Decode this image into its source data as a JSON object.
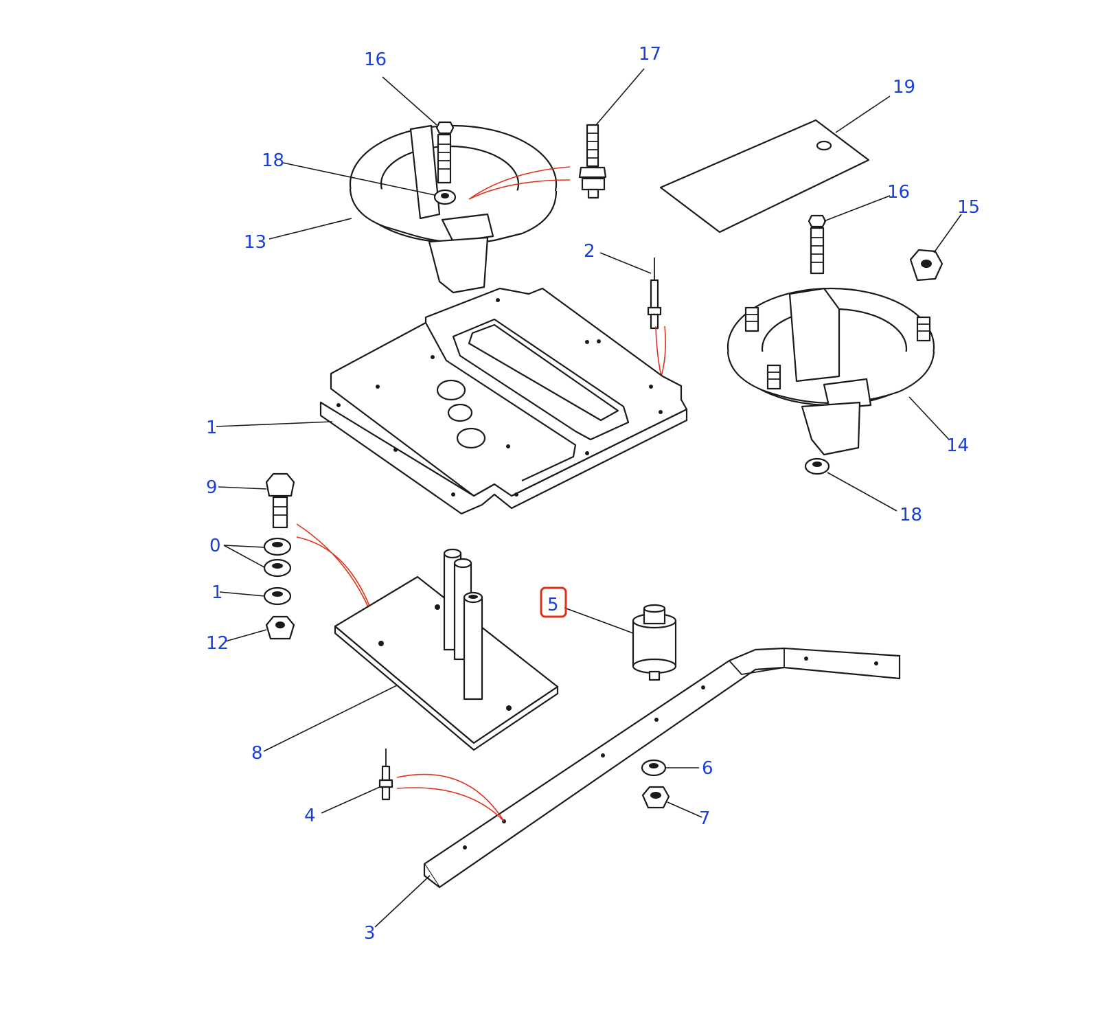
{
  "callouts": {
    "c16a": "16",
    "c17": "17",
    "c19": "19",
    "c18a": "18",
    "c13": "13",
    "c2": "2",
    "c16b": "16",
    "c15": "15",
    "c1": "1",
    "c14": "14",
    "c18b": "18",
    "c9": "9",
    "c10": "0",
    "c11": "1",
    "c12": "12",
    "c5": "5",
    "c8": "8",
    "c6": "6",
    "c4": "4",
    "c7": "7",
    "c3": "3"
  },
  "highlighted_callout": "5",
  "colors": {
    "callout_text": "#1a3fd6",
    "highlight": "#e0311b",
    "line": "#1a1a1a"
  }
}
